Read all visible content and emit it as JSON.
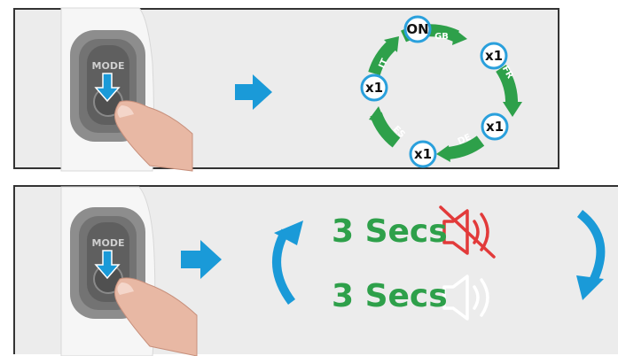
{
  "colors": {
    "green": "#2ea04a",
    "blue": "#1a9ad8",
    "red": "#e23a3a",
    "bubble_border": "#2aa0dc"
  },
  "step1": {
    "button_label": "MODE",
    "cycle": {
      "on_label": "ON",
      "count_label": "x1",
      "languages": [
        "GB",
        "FR",
        "DE",
        "ES",
        "IT"
      ]
    }
  },
  "step2": {
    "button_label": "MODE",
    "mute_duration": "3 Secs",
    "unmute_duration": "3 Secs",
    "icons": [
      "rotate-counterclockwise-icon",
      "speaker-muted-icon",
      "speaker-icon",
      "rotate-clockwise-icon"
    ]
  }
}
